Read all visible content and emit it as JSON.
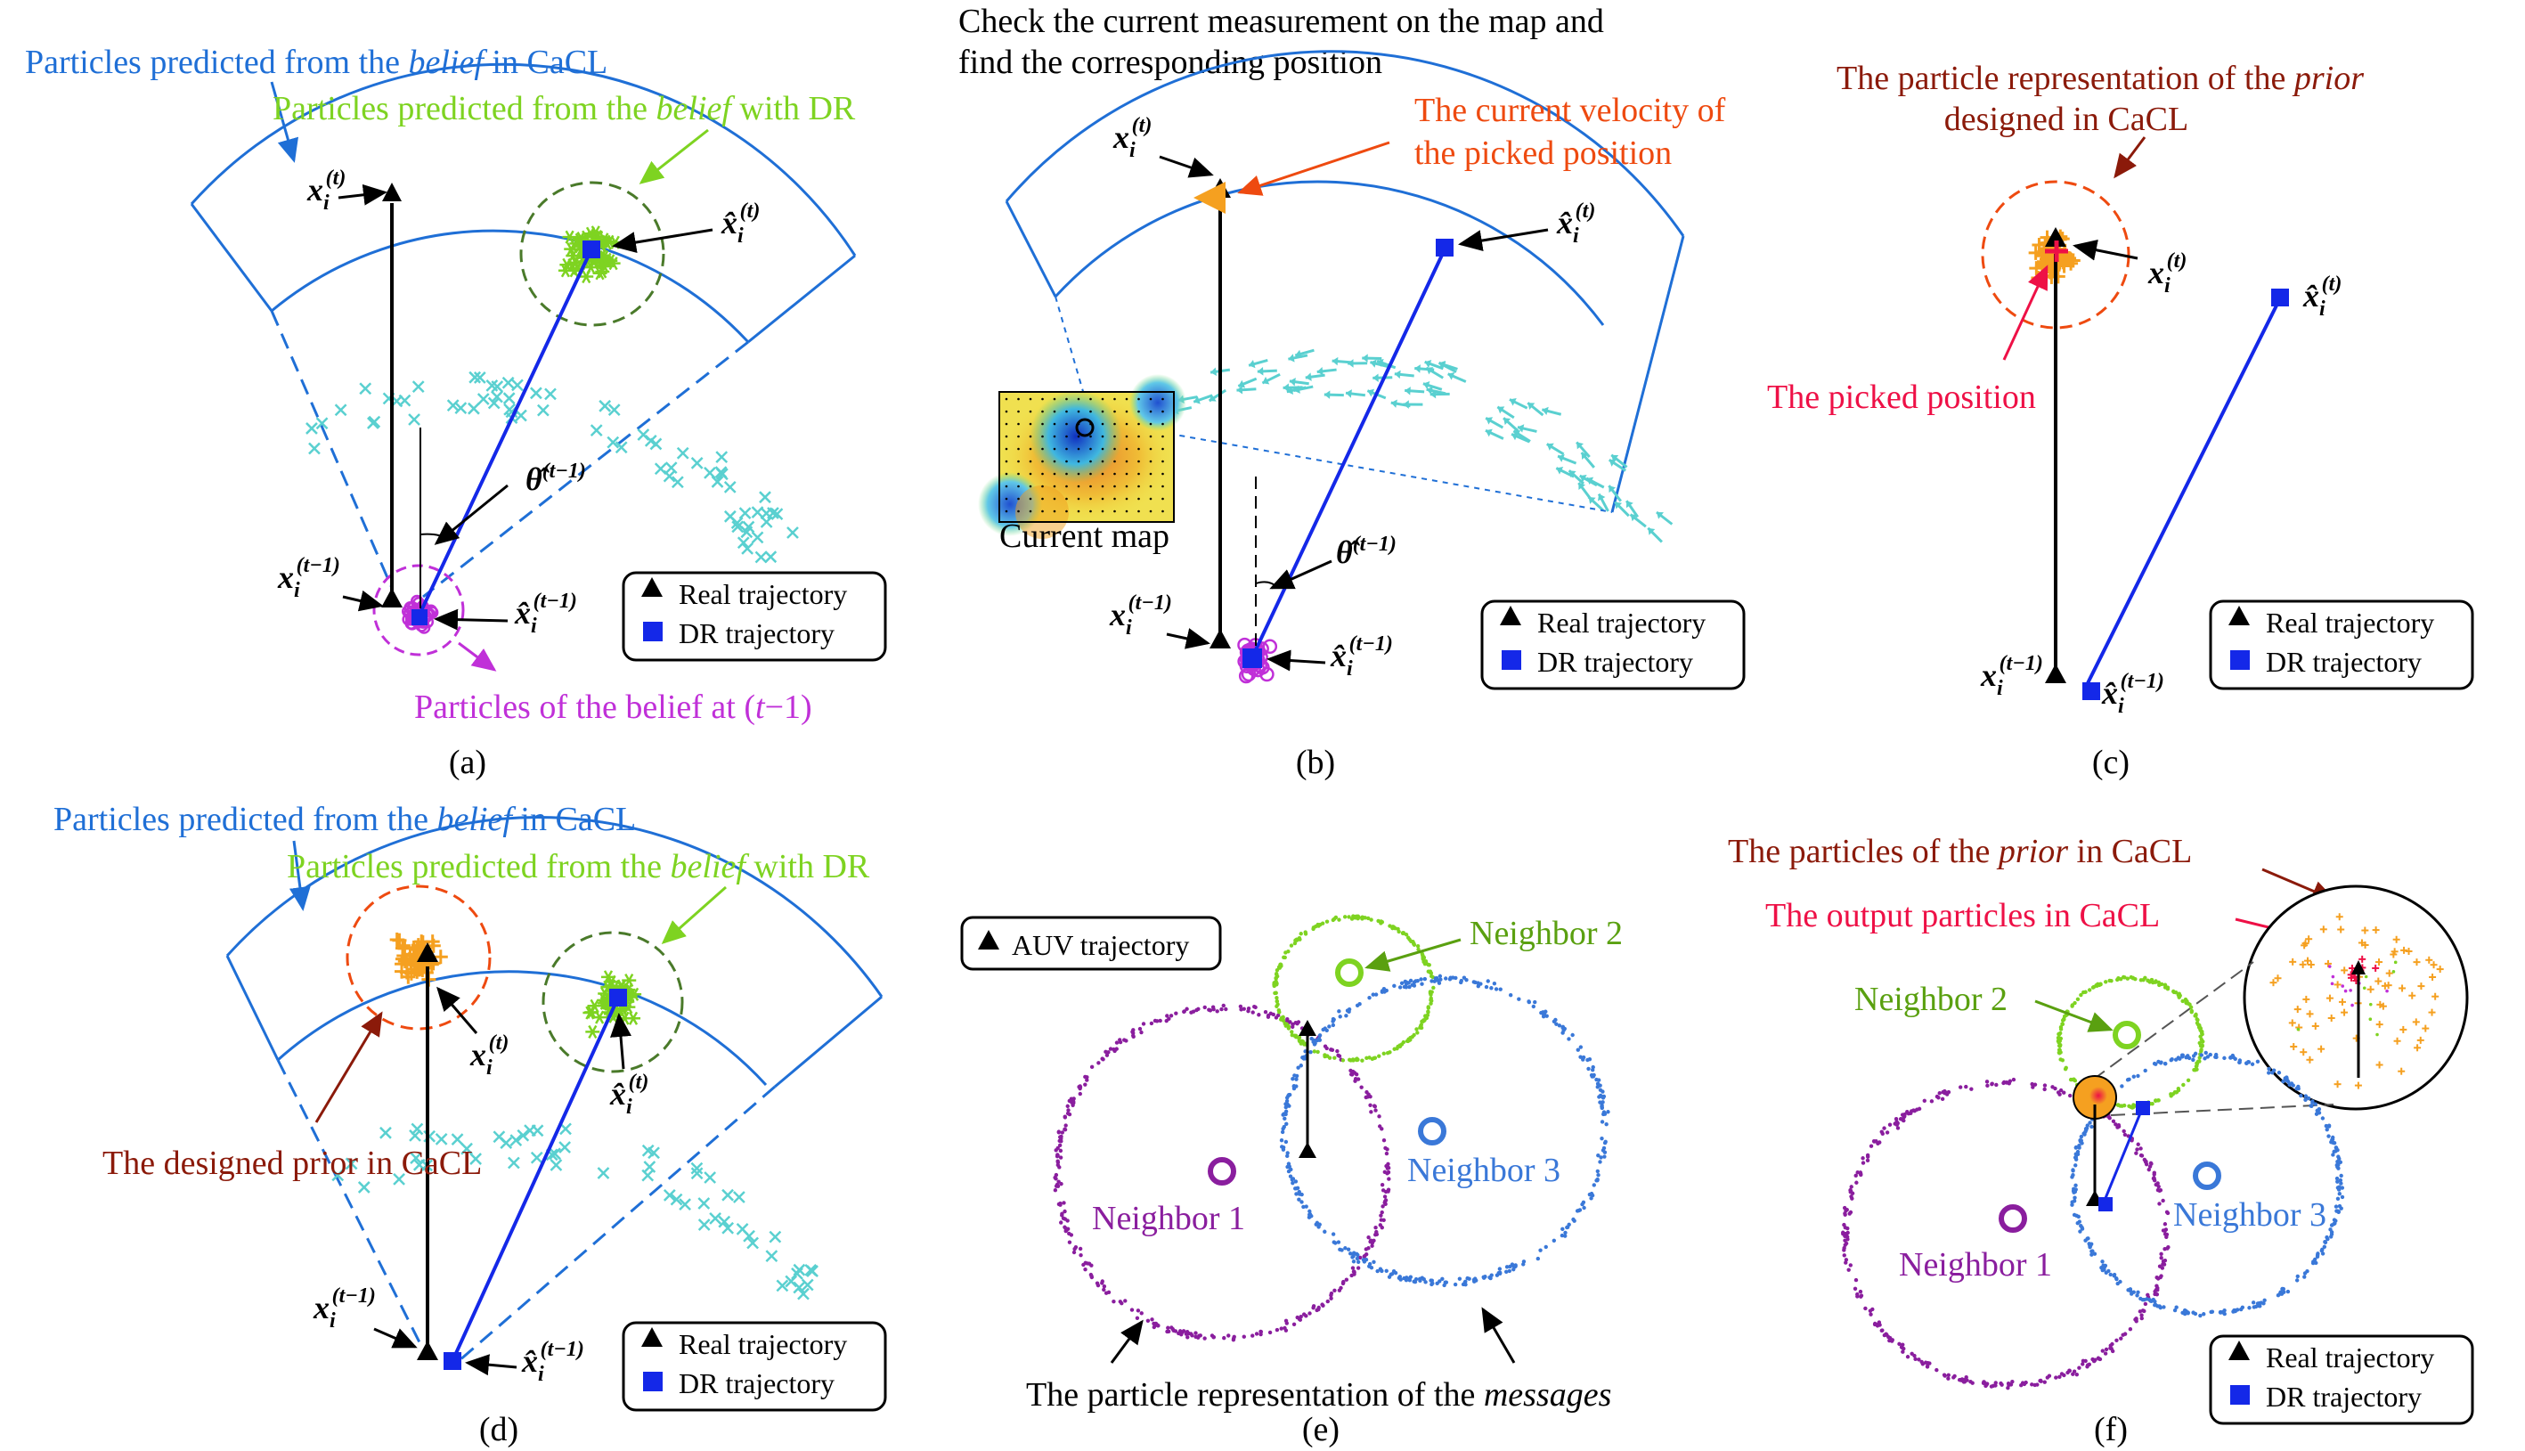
{
  "colors": {
    "blue_sector": "#1f6fd6",
    "cyan_particles": "#5ad0d0",
    "green_particles": "#7ed321",
    "magenta_particles": "#c030d8",
    "orange_particles": "#f5a020",
    "dr_blue": "#1428e8",
    "dark_red": "#8b1a0a",
    "orange_red": "#ee4a10",
    "pink_red": "#ee1046",
    "purple_messages": "#8a1e9e",
    "neighbor3_blue": "#3a78d8",
    "neighbor2_green": "#5aa010",
    "black": "#000000"
  },
  "math": {
    "x": "x",
    "x_hat": "x̂",
    "sub_i": "i",
    "sup_t": "(t)",
    "sup_t1": "(t−1)",
    "theta_hat": "θ̂"
  },
  "panels": {
    "a": {
      "caption": "(a)",
      "label_cacl": [
        "Particles predicted from the ",
        "belief",
        " in CaCL"
      ],
      "label_dr": [
        "Particles predicted from the ",
        "belief",
        " with DR"
      ],
      "label_prev": [
        "Particles of the belief at (",
        "t",
        "−1)"
      ],
      "legend": {
        "real": "Real trajectory",
        "dr": "DR trajectory"
      }
    },
    "b": {
      "caption": "(b)",
      "title_line1": "Check the current measurement on the map and",
      "title_line2": "find the corresponding position",
      "velocity_line1": "The current velocity of",
      "velocity_line2": "the picked position",
      "map_label": "Current map",
      "legend": {
        "real": "Real trajectory",
        "dr": "DR trajectory"
      }
    },
    "c": {
      "caption": "(c)",
      "prior_line1": [
        "The particle representation of the ",
        "prior"
      ],
      "prior_line2": "designed in CaCL",
      "picked": "The picked position",
      "legend": {
        "real": "Real trajectory",
        "dr": "DR trajectory"
      }
    },
    "d": {
      "caption": "(d)",
      "label_cacl": [
        "Particles predicted from the ",
        "belief",
        " in CaCL"
      ],
      "label_dr": [
        "Particles predicted from the ",
        "belief",
        " with DR"
      ],
      "designed_prior": "The designed prior in CaCL",
      "legend": {
        "real": "Real trajectory",
        "dr": "DR trajectory"
      }
    },
    "e": {
      "caption": "(e)",
      "legend_auv": "AUV trajectory",
      "neighbor1": "Neighbor 1",
      "neighbor2": "Neighbor 2",
      "neighbor3": "Neighbor 3",
      "messages": [
        "The particle representation of the ",
        "messages"
      ]
    },
    "f": {
      "caption": "(f)",
      "prior_particles": [
        "The particles of the ",
        "prior",
        " in CaCL"
      ],
      "output_particles": "The output particles in CaCL",
      "neighbor1": "Neighbor 1",
      "neighbor2": "Neighbor 2",
      "neighbor3": "Neighbor 3",
      "legend": {
        "real": "Real trajectory",
        "dr": "DR trajectory"
      }
    }
  }
}
